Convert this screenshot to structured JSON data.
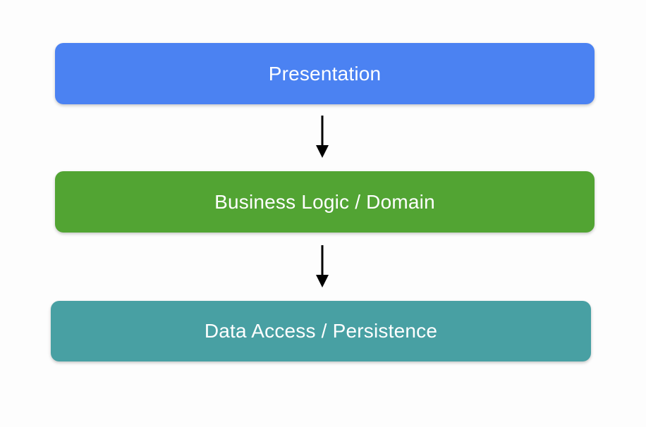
{
  "diagram": {
    "background_color": "#fdfdfd",
    "text_color": "#ffffff",
    "arrow_color": "#000000",
    "layers": [
      {
        "id": "presentation",
        "label": "Presentation",
        "color": "#4b82f2"
      },
      {
        "id": "business-logic",
        "label": "Business Logic / Domain",
        "color": "#52a433"
      },
      {
        "id": "data-access",
        "label": "Data Access / Persistence",
        "color": "#48a0a3"
      }
    ]
  }
}
